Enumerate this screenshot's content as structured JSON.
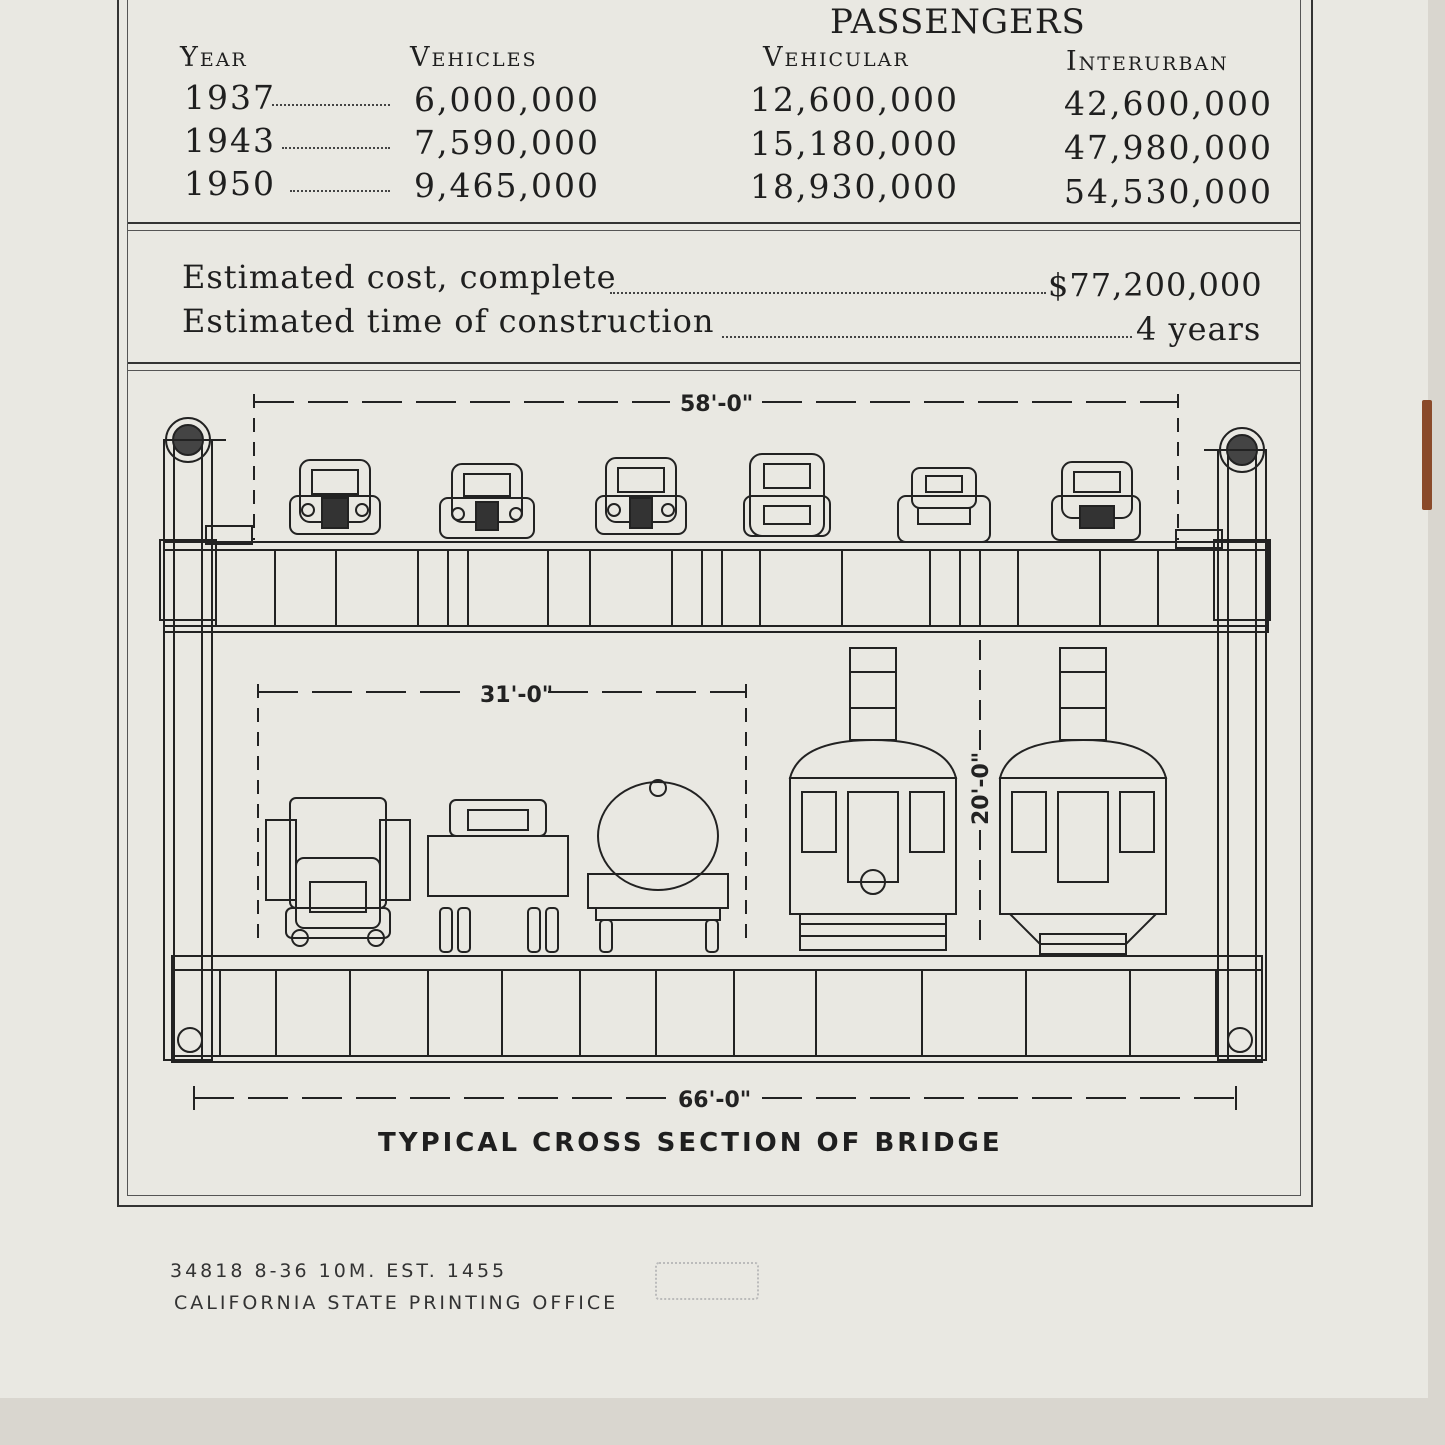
{
  "traffic_table": {
    "group_header": "PASSENGERS",
    "columns": [
      "Year",
      "Vehicles",
      "Vehicular",
      "Interurban"
    ],
    "rows": [
      {
        "year": "1937",
        "vehicles": "6,000,000",
        "vehicular": "12,600,000",
        "interurban": "42,600,000"
      },
      {
        "year": "1943",
        "vehicles": "7,590,000",
        "vehicular": "15,180,000",
        "interurban": "47,980,000"
      },
      {
        "year": "1950",
        "vehicles": "9,465,000",
        "vehicular": "18,930,000",
        "interurban": "54,530,000"
      }
    ]
  },
  "estimates": {
    "cost_label": "Estimated cost, complete",
    "cost_value": "$77,200,000",
    "time_label": "Estimated time of construction",
    "time_value": "4 years"
  },
  "diagram": {
    "dim_top": "58'-0\"",
    "dim_lower": "31'-0\"",
    "dim_height": "20'-0\"",
    "dim_bottom": "66'-0\"",
    "caption": "TYPICAL CROSS SECTION OF BRIDGE"
  },
  "imprint": {
    "line1": "34818  8-36  10M.  EST. 1455",
    "line2": "CALIFORNIA STATE PRINTING OFFICE"
  }
}
